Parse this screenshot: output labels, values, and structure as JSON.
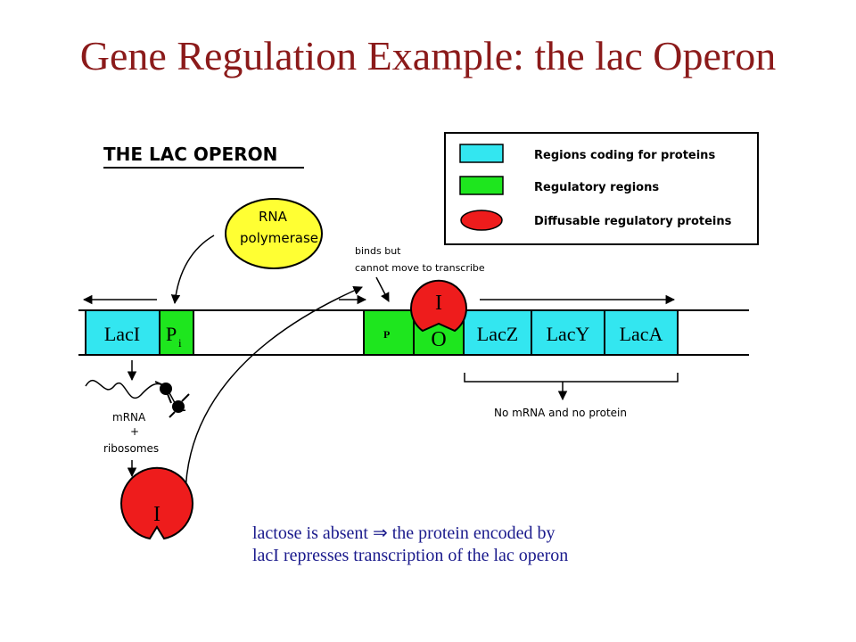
{
  "slide": {
    "title": "Gene Regulation Example: the lac Operon"
  },
  "diagram": {
    "heading": "THE LAC OPERON",
    "legend": [
      {
        "label": "Regions coding for proteins",
        "color": "#33e6f0"
      },
      {
        "label": "Regulatory regions",
        "color": "#1ee61e"
      },
      {
        "label": "Diffusable regulatory proteins",
        "color": "#ee1c1c"
      }
    ],
    "genes": {
      "laci": "LacI",
      "pi_main": "P",
      "pi_sub": "i",
      "promoter": "P",
      "operator": "O",
      "lacz": "LacZ",
      "lacy": "LacY",
      "laca": "LacA"
    },
    "rna_polymerase": {
      "line1": "RNA",
      "line2": "polymerase"
    },
    "binds_note": {
      "line1": "binds but",
      "line2": "cannot move to transcribe"
    },
    "repressor_label": "I",
    "mrna_label": "mRNA",
    "plus_label": "+",
    "ribosomes_label": "ribosomes",
    "no_product_label": "No mRNA and no protein",
    "colors": {
      "coding": "#33e6f0",
      "regulatory": "#1ee61e",
      "repressor": "#ee1c1c",
      "polymerase": "#ffff33",
      "title": "#8b1a1a",
      "caption": "#1a1a8c"
    }
  },
  "caption": {
    "line1_before": "lactose is absent",
    "line1_arrow": "⇒",
    "line1_after": "the protein encoded by",
    "line2": "lacI represses transcription of the lac operon"
  }
}
